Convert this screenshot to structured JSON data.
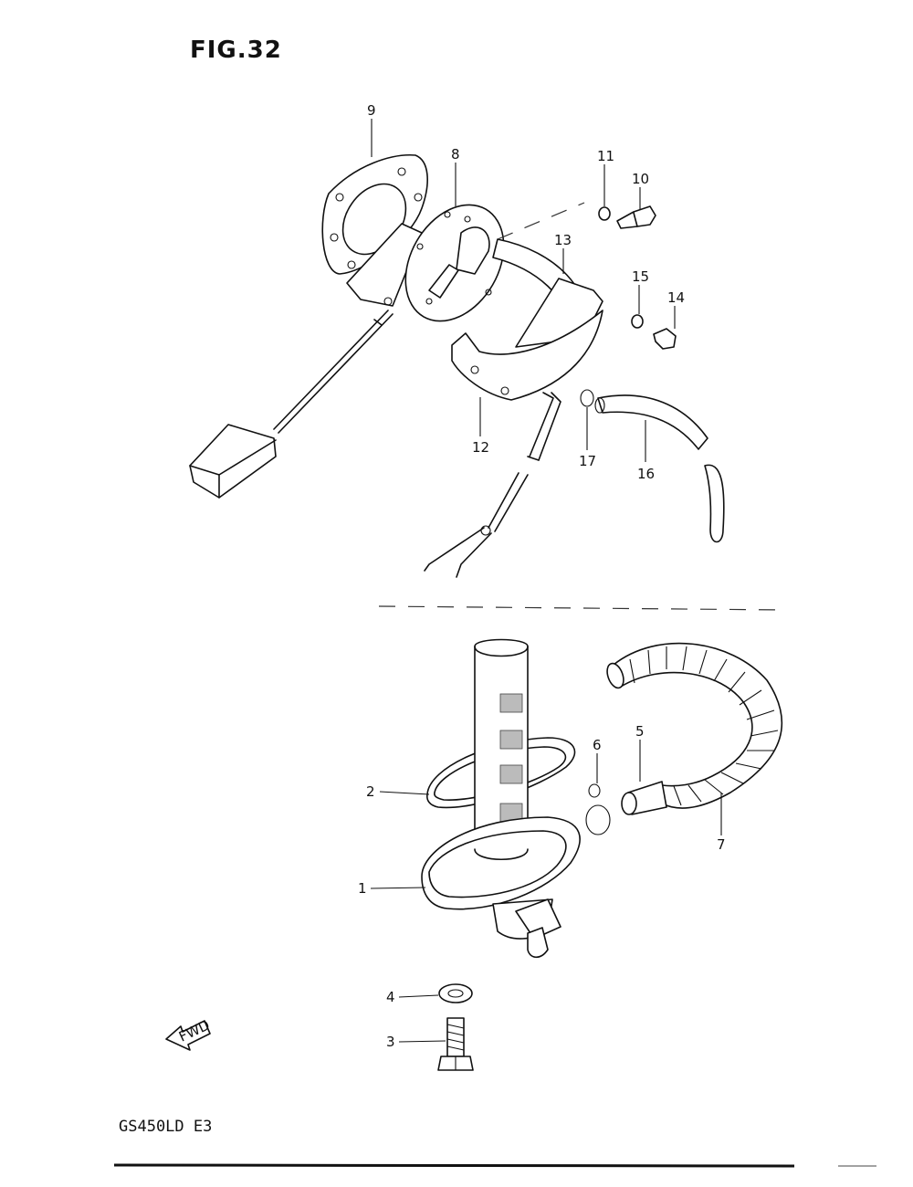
{
  "figure": {
    "title": "FIG.32",
    "model": "GS450LD E3"
  },
  "callouts": [
    {
      "id": "c1",
      "label": "1"
    },
    {
      "id": "c2",
      "label": "2"
    },
    {
      "id": "c3",
      "label": "3"
    },
    {
      "id": "c4",
      "label": "4"
    },
    {
      "id": "c5",
      "label": "5"
    },
    {
      "id": "c6",
      "label": "6"
    },
    {
      "id": "c7",
      "label": "7"
    },
    {
      "id": "c8",
      "label": "8"
    },
    {
      "id": "c9",
      "label": "9"
    },
    {
      "id": "c10",
      "label": "10"
    },
    {
      "id": "c11",
      "label": "11"
    },
    {
      "id": "c12",
      "label": "12"
    },
    {
      "id": "c13",
      "label": "13"
    },
    {
      "id": "c14",
      "label": "14"
    },
    {
      "id": "c15",
      "label": "15"
    },
    {
      "id": "c16",
      "label": "16"
    },
    {
      "id": "c17",
      "label": "17"
    }
  ],
  "fwd_arrow": {
    "label": "FWD",
    "icon": "fwd-arrow-icon"
  }
}
